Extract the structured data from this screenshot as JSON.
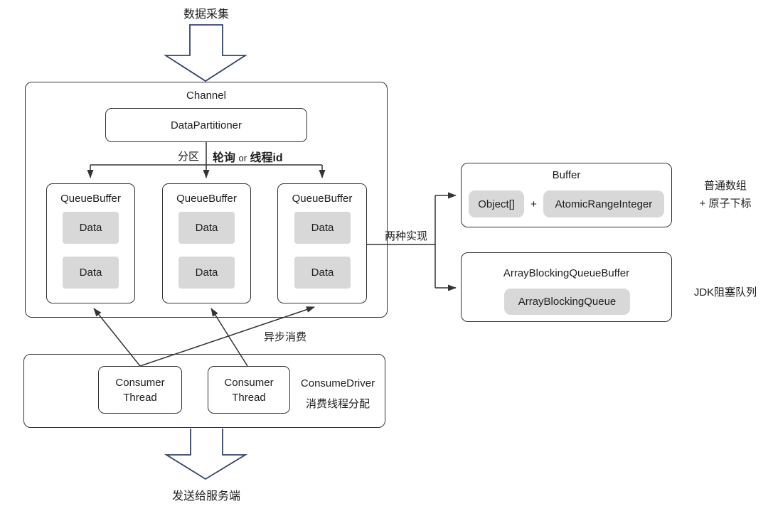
{
  "colors": {
    "line": "#333333",
    "chip_bg": "#d8d8d8",
    "flow_arrow_stroke": "#35426e",
    "text": "#1d1d1d"
  },
  "top_flow_label": "数据采集",
  "channel": {
    "title": "Channel",
    "partitioner_label": "DataPartitioner",
    "partition_label": "分区",
    "strategy": {
      "bold1": "轮询",
      "or": "or",
      "bold2": "线程id"
    },
    "queue_buffers": [
      {
        "title": "QueueBuffer",
        "items": [
          "Data",
          "Data"
        ]
      },
      {
        "title": "QueueBuffer",
        "items": [
          "Data",
          "Data"
        ]
      },
      {
        "title": "QueueBuffer",
        "items": [
          "Data",
          "Data"
        ]
      }
    ]
  },
  "implementations": {
    "connector_label": "两种实现",
    "buffer": {
      "title": "Buffer",
      "part1": "Object[]",
      "plus": "+",
      "part2": "AtomicRangeInteger",
      "annotation_line1": "普通数组",
      "annotation_line2": "+ 原子下标"
    },
    "blocking": {
      "title": "ArrayBlockingQueueBuffer",
      "part": "ArrayBlockingQueue",
      "annotation": "JDK阻塞队列"
    }
  },
  "consumer": {
    "async_label": "异步消费",
    "driver_label": "ConsumeDriver",
    "driver_sublabel": "消费线程分配",
    "threads": [
      {
        "line1": "Consumer",
        "line2": "Thread"
      },
      {
        "line1": "Consumer",
        "line2": "Thread"
      }
    ]
  },
  "bottom_flow_label": "发送给服务端"
}
